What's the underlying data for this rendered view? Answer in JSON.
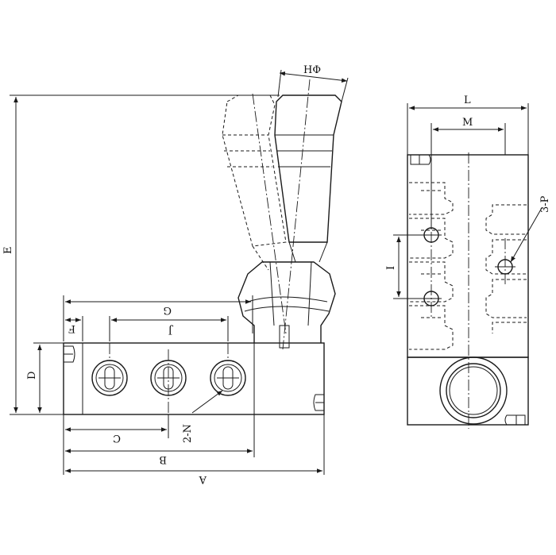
{
  "dimension_labels": {
    "A": "A",
    "B": "B",
    "C": "C",
    "D": "D",
    "E": "E",
    "F": "F",
    "G": "G",
    "J": "J",
    "H": "HΦ",
    "L": "L",
    "M": "M",
    "I": "I",
    "N": "2-N",
    "P": "3-P"
  }
}
